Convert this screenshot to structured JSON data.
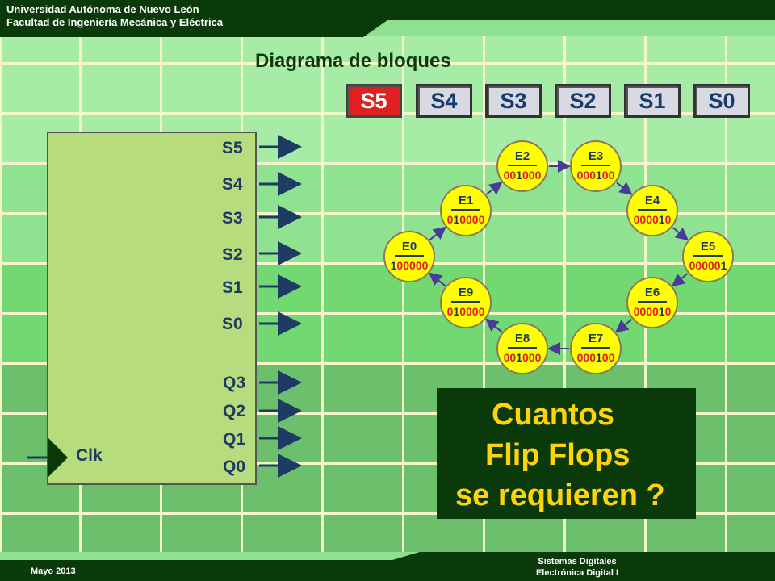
{
  "header": {
    "university": "Universidad Autónoma de Nuevo León",
    "faculty": "Facultad de Ingeniería Mecánica y Eléctrica"
  },
  "slide": {
    "title": "Diagrama de bloques",
    "state_buttons": [
      {
        "label": "S5",
        "active": true
      },
      {
        "label": "S4",
        "active": false
      },
      {
        "label": "S3",
        "active": false
      },
      {
        "label": "S2",
        "active": false
      },
      {
        "label": "S1",
        "active": false
      },
      {
        "label": "S0",
        "active": false
      }
    ],
    "block": {
      "outputs": [
        "S5",
        "S4",
        "S3",
        "S2",
        "S1",
        "S0"
      ],
      "state_outputs": [
        "Q3",
        "Q2",
        "Q1",
        "Q0"
      ],
      "clock": "Clk"
    },
    "states": [
      {
        "name": "E0",
        "code_highlight": "1",
        "code_rest": "00000"
      },
      {
        "name": "E1",
        "code_prefix": "0",
        "code_highlight": "1",
        "code_rest": "0000"
      },
      {
        "name": "E2",
        "code_prefix": "00",
        "code_highlight": "1",
        "code_rest": "000"
      },
      {
        "name": "E3",
        "code_prefix": "000",
        "code_highlight": "1",
        "code_rest": "00"
      },
      {
        "name": "E4",
        "code_prefix": "0000",
        "code_highlight": "1",
        "code_rest": "0"
      },
      {
        "name": "E5",
        "code_prefix": "00000",
        "code_highlight": "1",
        "code_rest": ""
      },
      {
        "name": "E6",
        "code_prefix": "0000",
        "code_highlight": "1",
        "code_rest": "0"
      },
      {
        "name": "E7",
        "code_prefix": "000",
        "code_highlight": "1",
        "code_rest": "00"
      },
      {
        "name": "E8",
        "code_prefix": "00",
        "code_highlight": "1",
        "code_rest": "000"
      },
      {
        "name": "E9",
        "code_prefix": "0",
        "code_highlight": "1",
        "code_rest": "0000"
      }
    ],
    "question": {
      "line1": "Cuantos",
      "line2": "Flip Flops",
      "line3": "se requieren ?"
    }
  },
  "footer": {
    "date": "Mayo 2013",
    "course_line1": "Sistemas Digitales",
    "course_line2": "Electrónica Digital I"
  },
  "colors": {
    "header_bg": "#0a3a0a",
    "active_state": "#e02020",
    "state_circle": "#ffff00",
    "highlight_bit": "#e02020",
    "question_text": "#ffd20a"
  }
}
